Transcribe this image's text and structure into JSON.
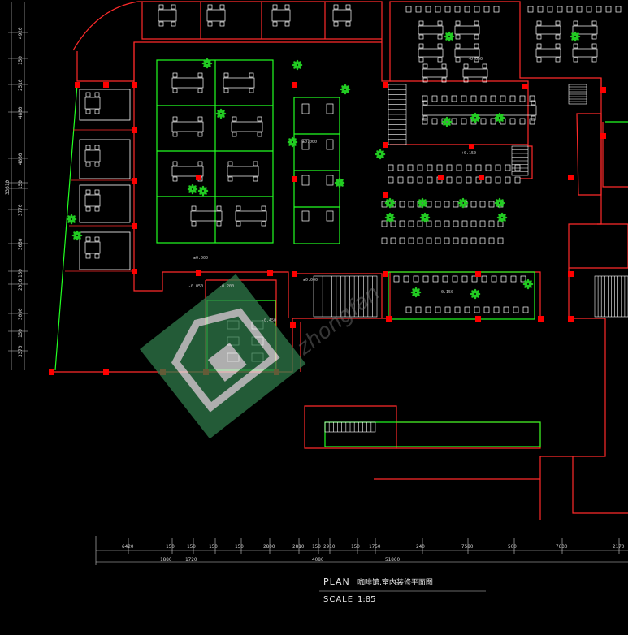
{
  "title": {
    "plan": "PLAN",
    "name": "咖啡馆,室内装修平面图",
    "scale_label": "SCALE",
    "scale_value": "1:85"
  },
  "dims_bottom_row1": [
    "6420",
    "150",
    "150",
    "150",
    "150",
    "2800",
    "2810",
    "150",
    "2910",
    "150",
    "1750",
    "240",
    "7580",
    "500",
    "7630",
    "2170"
  ],
  "dims_bottom_row2": [
    "1880",
    "1720",
    "4080",
    "51860"
  ],
  "dims_left": [
    "4920",
    "150",
    "2510",
    "4880",
    "4860",
    "150",
    "3770",
    "3650",
    "150",
    "2010",
    "3090",
    "150",
    "3370",
    "33610"
  ],
  "levels": [
    "±0.000",
    "-0.050",
    "±0.000",
    "-0.200",
    "-0.450",
    "+0.150",
    "±0.000",
    "-0.050",
    "+0.150"
  ],
  "watermark": "zhongfan",
  "colors": {
    "wall": "#ff2a2a",
    "furniture": "#ffffff",
    "partition": "#22ff22",
    "column": "#ff0000",
    "bg": "#000000"
  }
}
